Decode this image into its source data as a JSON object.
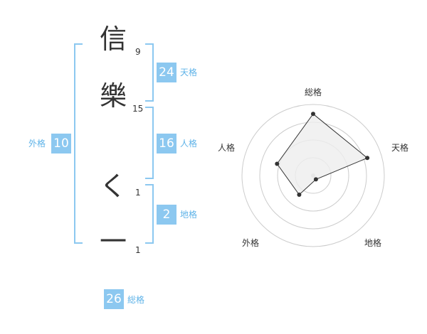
{
  "characters": [
    {
      "char": "信",
      "strokes": "9"
    },
    {
      "char": "樂",
      "strokes": "15"
    },
    {
      "char": "く",
      "strokes": "1"
    },
    {
      "char": "一",
      "strokes": "1"
    }
  ],
  "fortune": {
    "tenkaku": {
      "value": "24",
      "label": "天格"
    },
    "jinkaku": {
      "value": "16",
      "label": "人格"
    },
    "chikaku": {
      "value": "2",
      "label": "地格"
    },
    "gaikaku": {
      "value": "10",
      "label": "外格"
    },
    "soukaku": {
      "value": "26",
      "label": "総格"
    }
  },
  "chart_data": {
    "type": "radar",
    "axes": [
      "総格",
      "天格",
      "地格",
      "外格",
      "人格"
    ],
    "values": [
      26,
      24,
      2,
      10,
      16
    ],
    "ring_count": 4,
    "colors": {
      "fill": "#eeeeee",
      "line": "#333333",
      "ring": "#cccccc",
      "center": "#cccccc"
    }
  }
}
